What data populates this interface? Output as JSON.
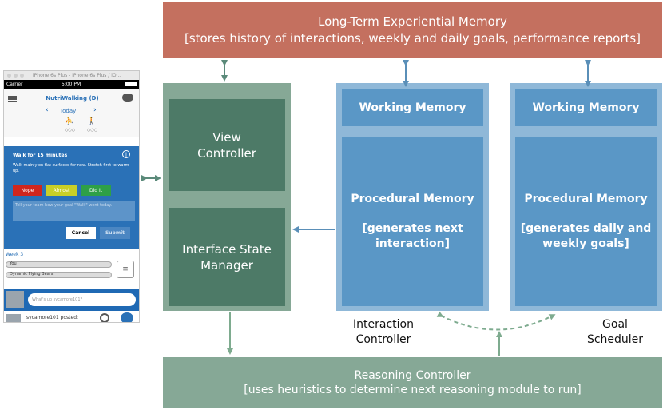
{
  "long_term_memory": {
    "title": "Long-Term Experiential Memory",
    "subtitle": "[stores history of interactions, weekly and daily goals, performance reports]"
  },
  "view_controller": {
    "label": "View\nController"
  },
  "interface_state_manager": {
    "label": "Interface State\nManager"
  },
  "interaction_controller": {
    "working_memory": "Working Memory",
    "procedural_memory": "Procedural Memory",
    "procedural_desc": "[generates next\ninteraction]",
    "label": "Interaction\nController"
  },
  "goal_scheduler": {
    "working_memory": "Working Memory",
    "procedural_memory": "Procedural Memory",
    "procedural_desc": "[generates daily and\nweekly goals]",
    "label": "Goal\nScheduler"
  },
  "reasoning_controller": {
    "title": "Reasoning Controller",
    "subtitle": "[uses heuristics to determine next reasoning module to run]"
  },
  "phone": {
    "window_title": "iPhone 6s Plus - iPhone 6s Plus / iO...",
    "carrier": "Carrier",
    "time": "5:00 PM",
    "app_title": "NutriWalking (D)",
    "nav_label": "Today",
    "prev": "‹",
    "next": "›",
    "activity_dots_1": "○○○",
    "activity_dots_2": "○○○",
    "goal_title": "Walk for 15 minutes",
    "goal_desc": "Walk mainly on flat surfaces for now. Stretch first to warm-up.",
    "nope": "Nope",
    "almost": "Almost",
    "did_it": "Did It",
    "feedback_placeholder": "Tell your team how your goal \"Walk\" went today.",
    "cancel": "Cancel",
    "submit": "Submit",
    "week": "Week 3",
    "you": "You",
    "team": "Dynamic Flying Bears",
    "chat_placeholder": "What's up sycamore101?",
    "post_user": "sycamore101 posted:"
  },
  "colors": {
    "long_term": "#c4705f",
    "view_column": "#86a896",
    "view_box": "#4d7a67",
    "controller_column": "#8fb8d8",
    "controller_box": "#5a97c6",
    "arrow": "#5a8fb8",
    "green_arrow": "#7eab8f"
  }
}
